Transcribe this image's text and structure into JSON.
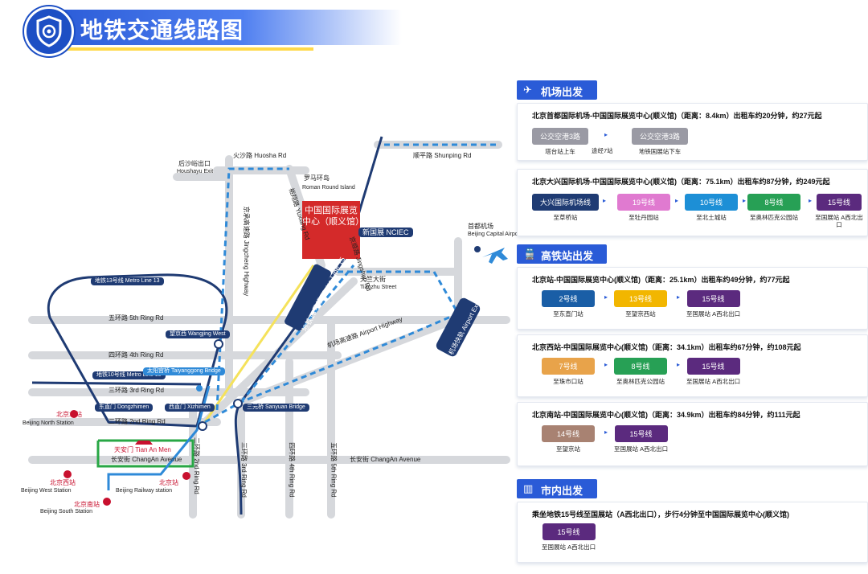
{
  "header": {
    "title": "地铁交通线路图"
  },
  "map": {
    "venue_label": "中国国际展览中心（顺义馆）",
    "labels": {
      "houshayu_cn": "后沙峪出口",
      "houshayu_en": "Houshayu Exit",
      "huosha": "火沙路 Huosha Rd",
      "roman_cn": "罗马环岛",
      "roman_en": "Roman Round Island",
      "shunping": "顺平路 Shunping Rd",
      "capital_cn": "首都机场",
      "capital_en": "Beijing Capital Airport",
      "jingcheng": "京承高速路 Jingcheng Highway",
      "yuxiang": "裕翔路 Yuxiang Rd",
      "jingshun": "京顺路 Jingshun Rd",
      "tianzhu_cn": "天竺大街",
      "tianzhu_en": "Tianzhu Street",
      "ring5": "五环路 5th Ring Rd",
      "ring4": "四环路 4th Ring Rd",
      "ring3": "三环路 3rd Ring Rd",
      "ring2": "二环路 2nd Ring Rd",
      "airport_hwy": "机场高速路 Airport Highway",
      "changan_w": "长安街 ChangAn Avenue",
      "changan_e": "长安街 ChangAn Avenue",
      "tiananmen": "天安门 Tian An Men",
      "bj_north_cn": "北京北站",
      "bj_north_en": "Beijing North Station",
      "bj_west_cn": "北京西站",
      "bj_west_en": "Beijing West Station",
      "bj_station_cn": "北京站",
      "bj_station_en": "Beijing Railway station",
      "bj_south_cn": "北京南站",
      "bj_south_en": "Beijing South Station",
      "ring2_v": "二环路 2nd Ring Rd",
      "ring3_v": "三环路 3rd Ring Rd",
      "ring4_v": "四环路 4th Ring Rd",
      "ring5_v": "五环路 5th Ring Rd"
    },
    "pills": {
      "nciec": "新国展 NCIEC",
      "line13": "地铁13号线 Metro Line 13",
      "line10": "地铁10号线 Metro Line 10",
      "wangjing": "望京西 Wangjing West",
      "taiyanggong": "太阳宫桥 Taiyanggong Bridge",
      "dongzhimen": "东直门 Dongzhimen",
      "xizhimen": "西直门 Xizhimen",
      "sanyuan": "三元桥 Sanyuan Bridge",
      "line15": "地铁15号线 Metro Line 15",
      "airport_express": "机场快轨 Airport Express"
    }
  },
  "sections": [
    {
      "title": "机场出发",
      "icon": "airplane-icon"
    },
    {
      "title": "高铁站出发",
      "icon": "train-icon"
    },
    {
      "title": "市内出发",
      "icon": "building-icon"
    }
  ],
  "routes": [
    {
      "title": "北京首都国际机场-中国国际展览中心(顺义馆)（距离：8.4km）出租车约20分钟，约27元起",
      "steps": [
        {
          "label": "公交空港3路",
          "sub": "塔台站上车",
          "color": "#9a9aa4"
        },
        {
          "label": "",
          "sub": "途经7站",
          "color": ""
        },
        {
          "label": "公交空港3路",
          "sub": "地铁国展站下车",
          "color": "#9a9aa4"
        }
      ]
    },
    {
      "title": "北京大兴国际机场-中国国际展览中心(顺义馆)（距离：75.1km）出租车约87分钟，约249元起",
      "steps": [
        {
          "label": "大兴国际机场线",
          "sub": "至草桥站",
          "color": "#1f3b73"
        },
        {
          "label": "19号线",
          "sub": "至牡丹园站",
          "color": "#e07ad0"
        },
        {
          "label": "10号线",
          "sub": "至北土城站",
          "color": "#1d8fd6"
        },
        {
          "label": "8号线",
          "sub": "至奥林匹克公园站",
          "color": "#27a055"
        },
        {
          "label": "15号线",
          "sub": "至国展站 A西北出口",
          "color": "#5b2a7e"
        }
      ]
    },
    {
      "title": "北京站-中国国际展览中心(顺义馆)（距离：25.1km）出租车约49分钟，约77元起",
      "steps": [
        {
          "label": "2号线",
          "sub": "至东直门站",
          "color": "#1a5ea6"
        },
        {
          "label": "13号线",
          "sub": "至望京西站",
          "color": "#f2b600"
        },
        {
          "label": "15号线",
          "sub": "至国展站 A西北出口",
          "color": "#5b2a7e"
        }
      ]
    },
    {
      "title": "北京西站-中国国际展览中心(顺义馆)（距离：34.1km）出租车约67分钟，约108元起",
      "steps": [
        {
          "label": "7号线",
          "sub": "至珠市口站",
          "color": "#e8a34a"
        },
        {
          "label": "8号线",
          "sub": "至奥林匹克公园站",
          "color": "#27a055"
        },
        {
          "label": "15号线",
          "sub": "至国展站 A西北出口",
          "color": "#5b2a7e"
        }
      ]
    },
    {
      "title": "北京南站-中国国际展览中心(顺义馆)（距离：34.9km）出租车约84分钟，约111元起",
      "steps": [
        {
          "label": "14号线",
          "sub": "至望京站",
          "color": "#a88272"
        },
        {
          "label": "15号线",
          "sub": "至国展站 A西北出口",
          "color": "#5b2a7e"
        }
      ]
    },
    {
      "title": "乘坐地铁15号线至国展站（A西北出口），步行4分钟至中国国际展览中心(顺义馆)",
      "steps": [
        {
          "label": "15号线",
          "sub": "至国展站 A西北出口",
          "color": "#5b2a7e"
        }
      ]
    }
  ],
  "colors": {
    "accent": "#2a5bd7",
    "venue": "#d42a2a",
    "metro_navy": "#1f3b73"
  }
}
